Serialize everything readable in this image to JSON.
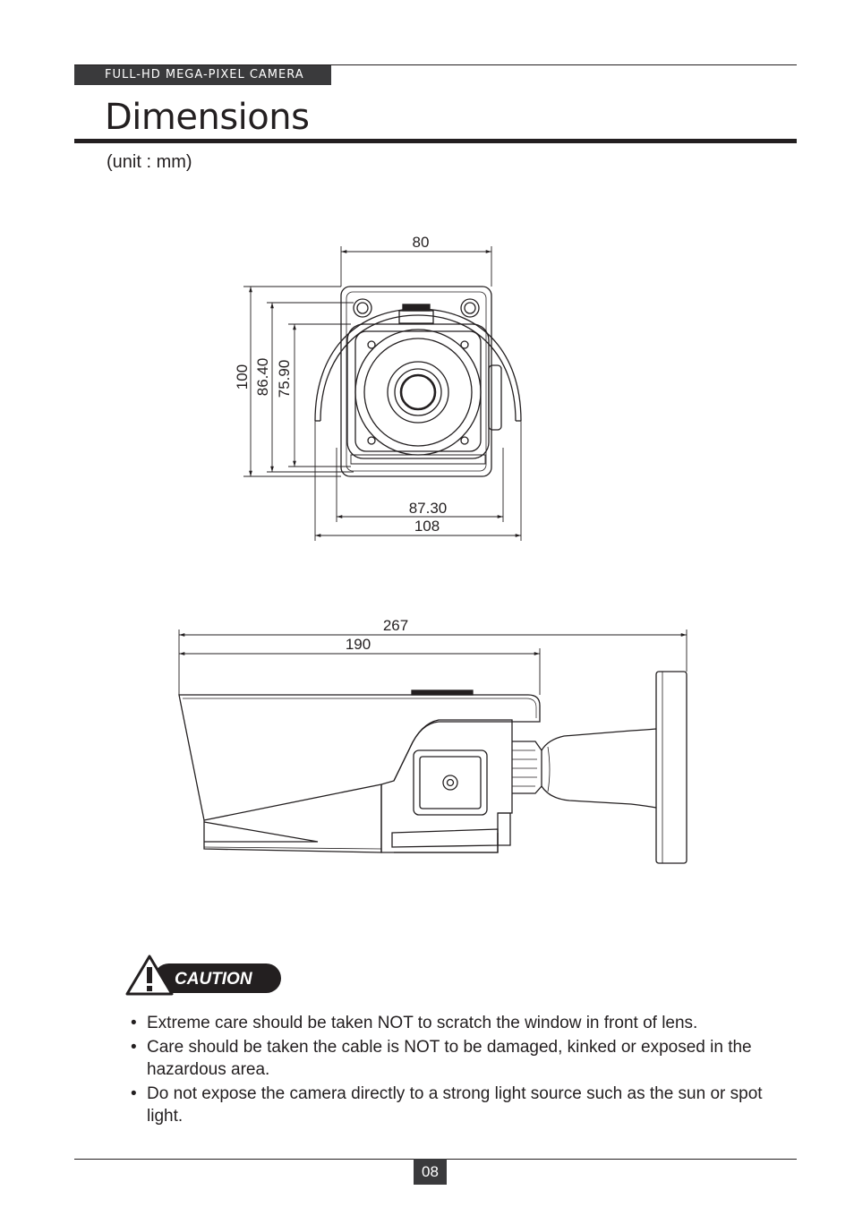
{
  "header": {
    "label": "FULL-HD MEGA-PIXEL CAMERA"
  },
  "page": {
    "title": "Dimensions",
    "unit_note": "(unit : mm)",
    "number": "08"
  },
  "front_view": {
    "width_top": "80",
    "height_outer": "100",
    "height_mid": "86.40",
    "height_inner": "75.90",
    "width_inner": "87.30",
    "width_outer": "108"
  },
  "side_view": {
    "length_total": "267",
    "length_body": "190"
  },
  "caution": {
    "label": "CAUTION",
    "items": [
      "Extreme care should be taken NOT to scratch the window in front of lens.",
      "Care should be taken the cable is NOT to be damaged, kinked or exposed in the hazardous area.",
      "Do not expose the camera directly to a strong light source such as the sun or spot light."
    ]
  }
}
